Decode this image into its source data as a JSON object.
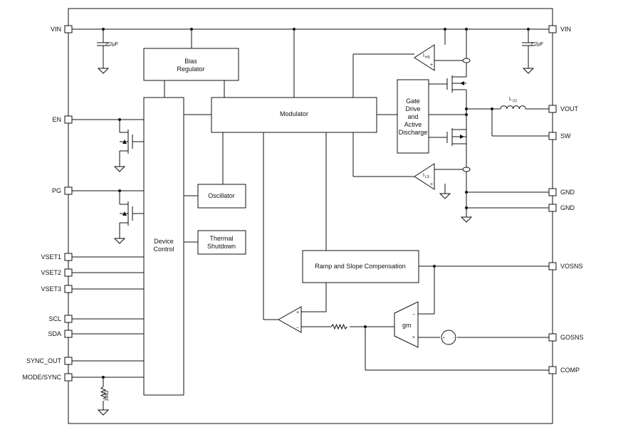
{
  "pins_left": {
    "vin": "VIN",
    "en": "EN",
    "pg": "PG",
    "vset1": "VSET1",
    "vset2": "VSET2",
    "vset3": "VSET3",
    "scl": "SCL",
    "sda": "SDA",
    "sync_out": "SYNC_OUT",
    "mode_sync": "MODE/SYNC"
  },
  "pins_right": {
    "vin": "VIN",
    "vout": "VOUT",
    "sw": "SW",
    "gnd1": "GND",
    "gnd2": "GND",
    "vosns": "VOSNS",
    "gosns": "GOSNS",
    "comp": "COMP"
  },
  "blocks": {
    "bias": [
      "Bias",
      "Regulator"
    ],
    "modulator": "Modulator",
    "device_control": [
      "Device",
      "Control"
    ],
    "oscillator": "Oscillator",
    "thermal": [
      "Thermal",
      "Shutdown"
    ],
    "gate_drive": [
      "Gate",
      "Drive",
      "and",
      "Active",
      "Discharge"
    ],
    "ramp": "Ramp and Slope Compensation"
  },
  "components": {
    "cap_left": "2.2μF",
    "cap_right": "2.2μF",
    "inductor": "L",
    "inductor_sub": "(1)",
    "resistor": "3MΩ",
    "gm": "gm",
    "ihs": "I",
    "ihs_sub": "HS",
    "ils": "I",
    "ils_sub": "LS",
    "plus": "+",
    "minus": "−",
    "source_plus": "+",
    "source_minus": "−"
  }
}
